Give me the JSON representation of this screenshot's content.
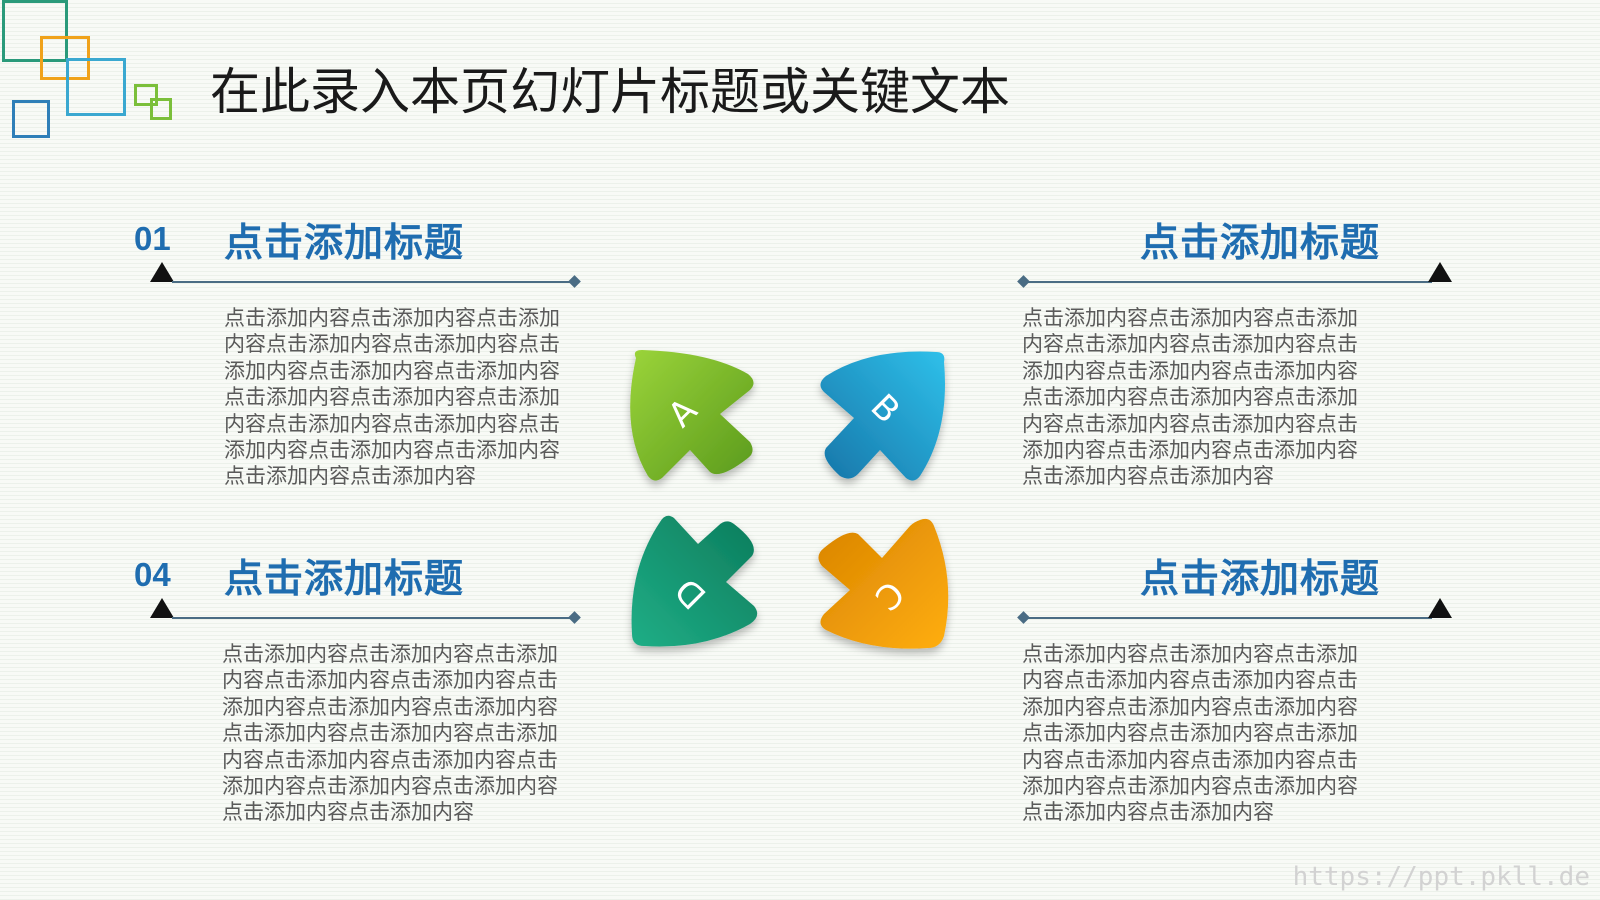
{
  "slide": {
    "title": "在此录入本页幻灯片标题或关键文本",
    "footer_url": "https://ppt.pkll.de"
  },
  "sections": [
    {
      "number": "01",
      "title": "点击添加标题",
      "body": "点击添加内容点击添加内容点击添加内容点击添加内容点击添加内容点击添加内容点击添加内容点击添加内容点击添加内容点击添加内容点击添加内容点击添加内容点击添加内容点击添加内容点击添加内容点击添加内容点击添加内容点击添加内容"
    },
    {
      "number": "",
      "title": "点击添加标题",
      "body": "点击添加内容点击添加内容点击添加内容点击添加内容点击添加内容点击添加内容点击添加内容点击添加内容点击添加内容点击添加内容点击添加内容点击添加内容点击添加内容点击添加内容点击添加内容点击添加内容点击添加内容点击添加内容"
    },
    {
      "number": "",
      "title": "点击添加标题",
      "body": "点击添加内容点击添加内容点击添加内容点击添加内容点击添加内容点击添加内容点击添加内容点击添加内容点击添加内容点击添加内容点击添加内容点击添加内容点击添加内容点击添加内容点击添加内容点击添加内容点击添加内容点击添加内容"
    },
    {
      "number": "04",
      "title": "点击添加标题",
      "body": "点击添加内容点击添加内容点击添加内容点击添加内容点击添加内容点击添加内容点击添加内容点击添加内容点击添加内容点击添加内容点击添加内容点击添加内容点击添加内容点击添加内容点击添加内容点击添加内容点击添加内容点击添加内容"
    }
  ],
  "diagram": {
    "labels": {
      "a": "A",
      "b": "B",
      "c": "C",
      "d": "D"
    },
    "colors": {
      "a": "#7cbf2c",
      "b": "#1e9fd0",
      "c": "#f0a21a",
      "d": "#17a079"
    }
  },
  "decor": {
    "square_colors": [
      "#2a9a7a",
      "#f0a21a",
      "#3aa8d0",
      "#2f7fb8",
      "#7bbf3a"
    ]
  }
}
